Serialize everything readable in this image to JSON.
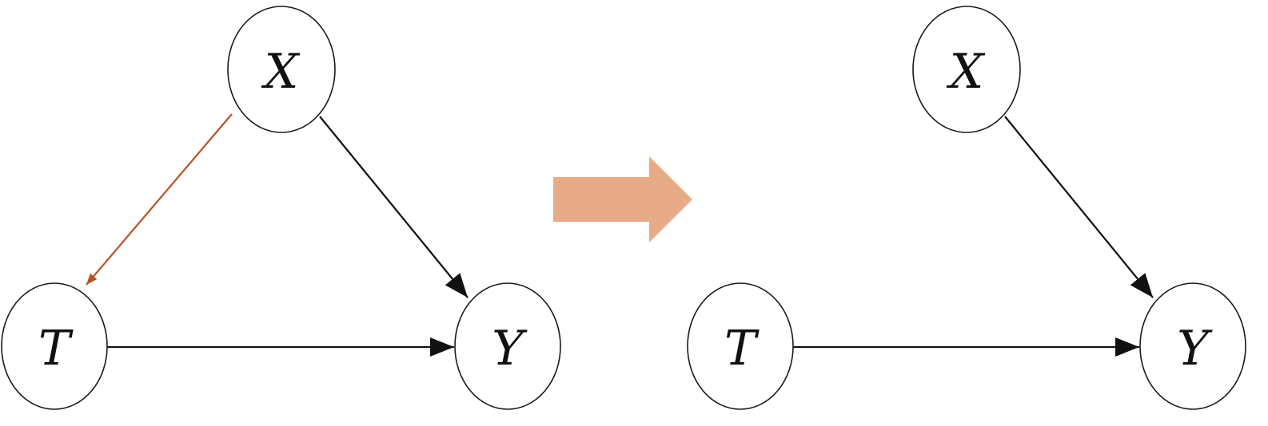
{
  "colors": {
    "edge": "#111111",
    "removed_edge": "#b5532a",
    "transition_arrow": "#e8ab88",
    "node_stroke": "#1a1a1a"
  },
  "before_graph": {
    "nodes": {
      "x": "X",
      "t": "T",
      "y": "Y"
    },
    "edges": [
      {
        "from": "X",
        "to": "T",
        "style": "removed"
      },
      {
        "from": "X",
        "to": "Y",
        "style": "normal"
      },
      {
        "from": "T",
        "to": "Y",
        "style": "normal"
      }
    ]
  },
  "after_graph": {
    "nodes": {
      "x": "X",
      "t": "T",
      "y": "Y"
    },
    "edges": [
      {
        "from": "X",
        "to": "Y",
        "style": "normal"
      },
      {
        "from": "T",
        "to": "Y",
        "style": "normal"
      }
    ]
  },
  "transition": {
    "icon": "right-arrow-icon"
  }
}
